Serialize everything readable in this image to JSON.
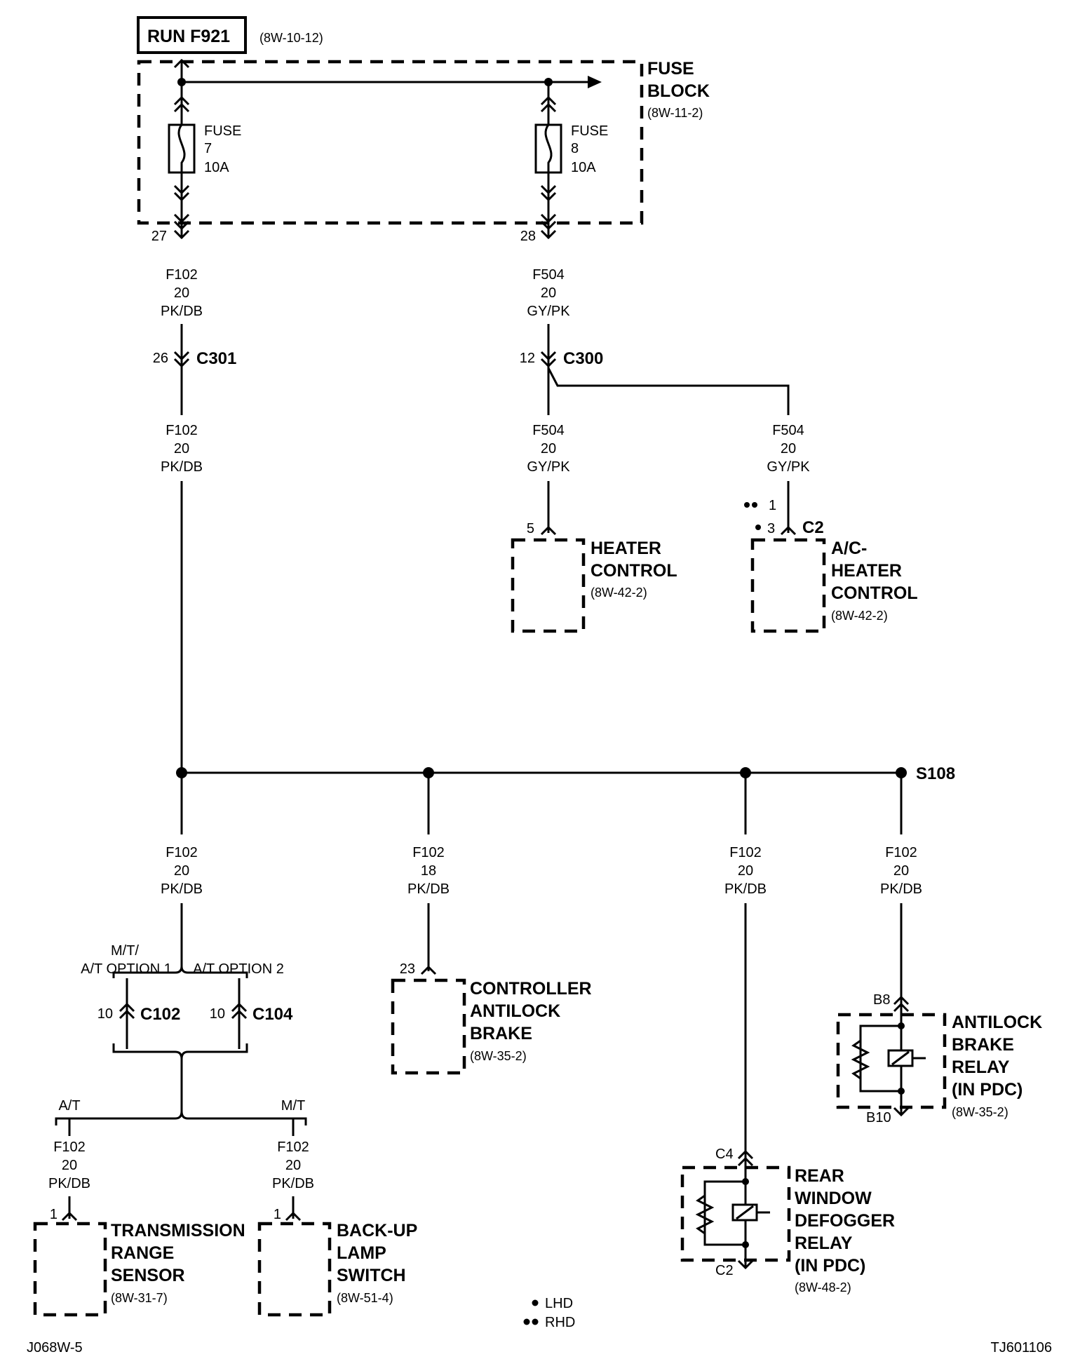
{
  "title_box": "RUN F921",
  "title_ref": "(8W-10-12)",
  "fuse_block": {
    "label1": "FUSE",
    "label2": "BLOCK",
    "ref": "(8W-11-2)"
  },
  "fuse7": {
    "l1": "FUSE",
    "l2": "7",
    "l3": "10A",
    "pin": "27"
  },
  "fuse8": {
    "l1": "FUSE",
    "l2": "8",
    "l3": "10A",
    "pin": "28"
  },
  "wire_f102_20": {
    "circuit": "F102",
    "gauge": "20",
    "color": "PK/DB"
  },
  "wire_f102_18": {
    "circuit": "F102",
    "gauge": "18",
    "color": "PK/DB"
  },
  "wire_f504": {
    "circuit": "F504",
    "gauge": "20",
    "color": "GY/PK"
  },
  "c301": {
    "name": "C301",
    "pin": "26"
  },
  "c300": {
    "name": "C300",
    "pin": "12"
  },
  "heater_control": {
    "l1": "HEATER",
    "l2": "CONTROL",
    "ref": "(8W-42-2)",
    "pin": "5"
  },
  "ac_heater_control": {
    "l1": "A/C-",
    "l2": "HEATER",
    "l3": "CONTROL",
    "ref": "(8W-42-2)",
    "pin_rhd": "1",
    "pin_lhd": "3",
    "connector": "C2"
  },
  "splice": "S108",
  "options": {
    "left_l1": "M/T/",
    "left_l2": "A/T OPTION 1",
    "right": "A/T OPTION 2"
  },
  "c102": {
    "name": "C102",
    "pin": "10"
  },
  "c104": {
    "name": "C104",
    "pin": "10"
  },
  "branch": {
    "at": "A/T",
    "mt": "M/T"
  },
  "trs": {
    "l1": "TRANSMISSION",
    "l2": "RANGE",
    "l3": "SENSOR",
    "ref": "(8W-31-7)",
    "pin": "1"
  },
  "backup": {
    "l1": "BACK-UP",
    "l2": "LAMP",
    "l3": "SWITCH",
    "ref": "(8W-51-4)",
    "pin": "1"
  },
  "cab": {
    "l1": "CONTROLLER",
    "l2": "ANTILOCK",
    "l3": "BRAKE",
    "ref": "(8W-35-2)",
    "pin": "23"
  },
  "rwd": {
    "l1": "REAR",
    "l2": "WINDOW",
    "l3": "DEFOGGER",
    "l4": "RELAY",
    "l5": "(IN PDC)",
    "ref": "(8W-48-2)",
    "pin_top": "C4",
    "pin_bot": "C2"
  },
  "abr": {
    "l1": "ANTILOCK",
    "l2": "BRAKE",
    "l3": "RELAY",
    "l4": "(IN PDC)",
    "ref": "(8W-35-2)",
    "pin_top": "B8",
    "pin_bot": "B10"
  },
  "legend": {
    "lhd": "LHD",
    "rhd": "RHD"
  },
  "footer_left": "J068W-5",
  "footer_right": "TJ601106"
}
